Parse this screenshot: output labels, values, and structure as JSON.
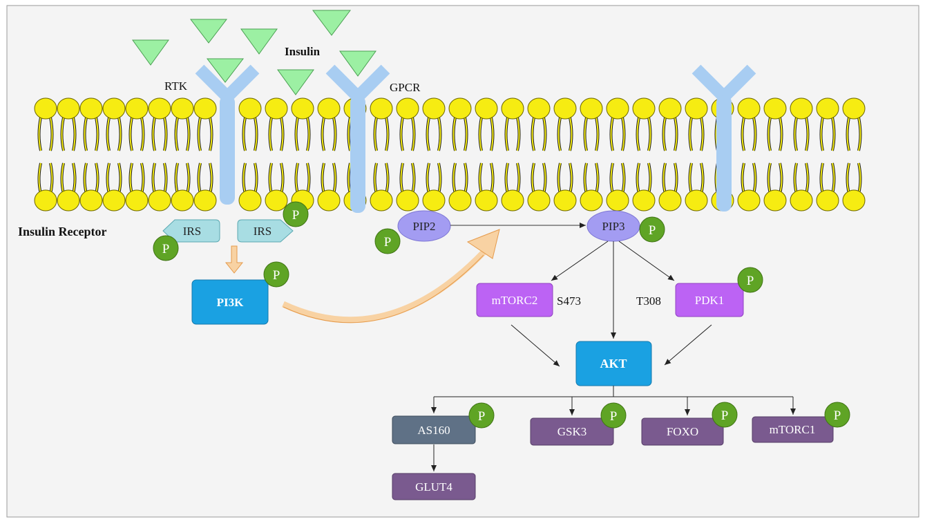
{
  "labels": {
    "insulin": "Insulin",
    "rtk": "RTK",
    "gpcr": "GPCR",
    "insulin_receptor": "Insulin Receptor",
    "s473": "S473",
    "t308": "T308"
  },
  "nodes": {
    "irs_left": "IRS",
    "irs_right": "IRS",
    "pi3k": "PI3K",
    "pip2": "PIP2",
    "pip3": "PIP3",
    "mtorc2": "mTORC2",
    "pdk1": "PDK1",
    "akt": "AKT",
    "as160": "AS160",
    "gsk3": "GSK3",
    "foxo": "FOXO",
    "mtorc1": "mTORC1",
    "glut4": "GLUT4"
  },
  "phospho_label": "P",
  "colors": {
    "background": "#f4f4f4",
    "membrane_head": "#f6ec12",
    "receptor": "#a8cdf2",
    "insulin": "#9cf0a3",
    "phospho": "#5fa425",
    "irs": "#a8dde3",
    "pi3k": "#1aa1e2",
    "pip": "#a39cf2",
    "kinase": "#bc63f4",
    "akt": "#1aa1e2",
    "as160": "#5f7186",
    "target": "#7a5a8f",
    "orange_arrow": "#f8d2a3"
  }
}
